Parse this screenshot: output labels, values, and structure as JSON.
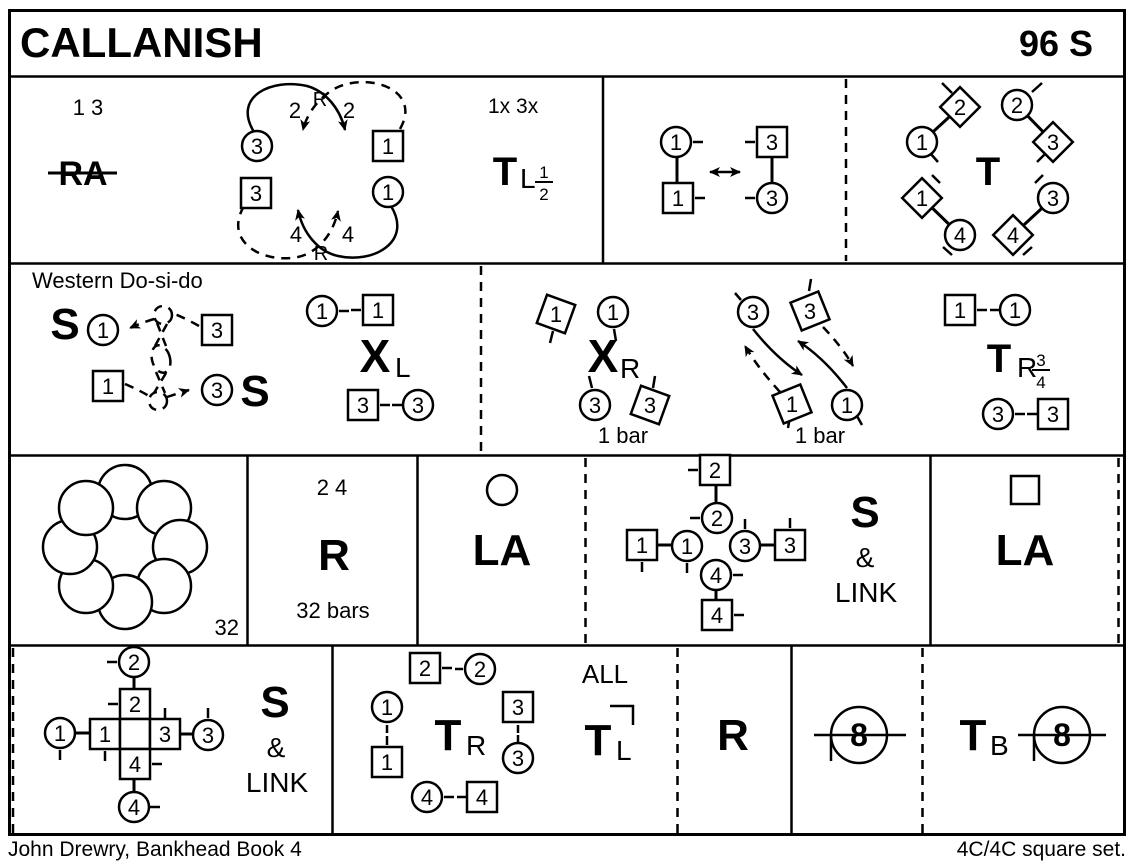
{
  "header": {
    "title": "CALLANISH",
    "code": "96 S"
  },
  "footer": {
    "author": "John Drewry, Bankhead Book 4",
    "set_type": "4C/4C square set."
  },
  "colors": {
    "ink": "#000000",
    "paper": "#ffffff"
  },
  "row1": {
    "left": {
      "couples": "1 3",
      "ra": "RA",
      "passby": {
        "w3": "3",
        "m1": "1",
        "m3": "3",
        "w1": "1",
        "top_l": "2",
        "top_c": "R",
        "top_r": "2",
        "bot_l": "4",
        "bot_c": "R",
        "bot_r": "4"
      },
      "reps": "1x 3x",
      "turn_half": {
        "t": "T",
        "sub": "L",
        "num": "1",
        "den": "2"
      }
    },
    "exchange": {
      "w1": "1",
      "m1": "1",
      "m3": "3",
      "w3": "3"
    },
    "turn_corners": {
      "t": "T",
      "w1": "1",
      "d2": "2",
      "w2": "2",
      "d3": "3",
      "d1": "1",
      "w4": "4",
      "d4": "4",
      "w3": "3"
    }
  },
  "row2": {
    "caption": "Western Do-si-do",
    "dosido": {
      "s_left": "S",
      "w1": "1",
      "m3": "3",
      "m1": "1",
      "w3": "3",
      "s_right": "S"
    },
    "cross_left": {
      "x": "X",
      "sub": "L",
      "w1": "1",
      "m1": "1",
      "m3": "3",
      "w3": "3"
    },
    "cross_right": {
      "x": "X",
      "sub": "R",
      "m1": "1",
      "w1": "1",
      "w3": "3",
      "m3": "3",
      "bars": "1 bar"
    },
    "pass": {
      "w3": "3",
      "m3": "3",
      "m1": "1",
      "w1": "1",
      "bars": "1 bar"
    },
    "turn_three_quarter": {
      "t": "T",
      "sub": "R",
      "num": "3",
      "den": "4",
      "m1": "1",
      "w1": "1",
      "w3": "3",
      "m3": "3"
    }
  },
  "row3": {
    "ring": {
      "bars": "32"
    },
    "repeat": {
      "couples": "2 4",
      "r": "R",
      "bars": "32 bars"
    },
    "allemande_round": {
      "label": "LA"
    },
    "cross": {
      "m2": "2",
      "w2": "2",
      "m1": "1",
      "w1": "1",
      "w3": "3",
      "m3": "3",
      "w4": "4",
      "m4": "4"
    },
    "set_link": {
      "s": "S",
      "amp": "&",
      "link": "LINK"
    },
    "allemande_square": {
      "label": "LA"
    }
  },
  "row4": {
    "cross": {
      "w2": "2",
      "m2": "2",
      "w1": "1",
      "m1": "1",
      "m3": "3",
      "w3": "3",
      "m4": "4",
      "w4": "4"
    },
    "set_link": {
      "s": "S",
      "amp": "&",
      "link": "LINK"
    },
    "turn_partners": {
      "m2": "2",
      "w2": "2",
      "w1": "1",
      "m1": "1",
      "t": "T",
      "sub": "R",
      "m3": "3",
      "w3": "3",
      "w4": "4",
      "m4": "4",
      "all": "ALL",
      "t2": "T",
      "sub2": "L"
    },
    "repeat": {
      "r": "R"
    },
    "circulate": {
      "n": "8"
    },
    "turn_both": {
      "t": "T",
      "sub": "B",
      "n": "8"
    }
  }
}
